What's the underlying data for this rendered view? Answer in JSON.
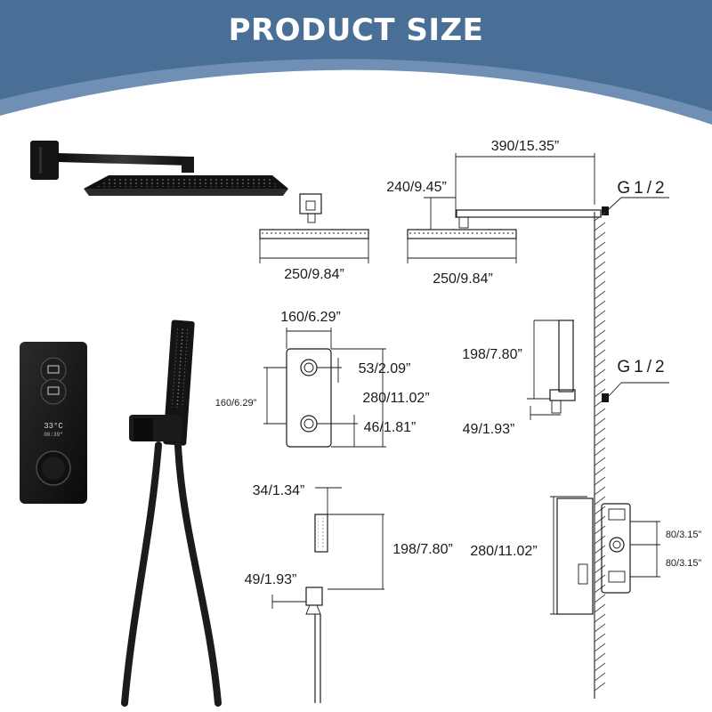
{
  "title": "PRODUCT SIZE",
  "colors": {
    "banner": "#4a6f97",
    "banner_light": "#6f90b4",
    "product_black": "#141414",
    "line": "#1a1a1a"
  },
  "top_view": {
    "front_width": "250/9.84”",
    "side_width": "250/9.84”",
    "arm_length": "390/15.35”",
    "drop_height": "240/9.45”",
    "thread": "G1/2"
  },
  "valve": {
    "width": "160/6.29”",
    "height_left": "160/6.29”",
    "knob_spacing": "53/2.09”",
    "total_height": "280/11.02”",
    "knob_offset": "46/1.81”",
    "side_height": "198/7.80”",
    "side_thread": "G1/2",
    "side_depth": "49/1.93”",
    "display_temp": "33°C",
    "display_sub": "00:39″"
  },
  "handheld": {
    "top_width": "34/1.34”",
    "height": "198/7.80”",
    "bracket_depth": "49/1.93”"
  },
  "box": {
    "height": "280/11.02”",
    "spacing_top": "80/3.15”",
    "spacing_bottom": "80/3.15”"
  }
}
